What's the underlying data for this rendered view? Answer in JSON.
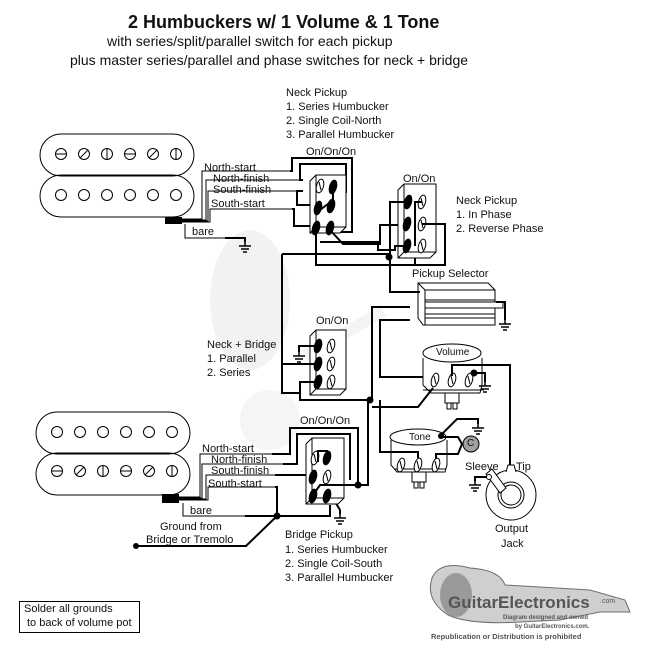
{
  "header": {
    "title": "2 Humbuckers w/ 1 Volume & 1 Tone",
    "subtitle_1": "with series/split/parallel switch for each pickup",
    "subtitle_2": "plus master series/parallel and phase switches for neck + bridge"
  },
  "neck_pickup": {
    "wires": [
      "North-start",
      "North-finish",
      "South-finish",
      "South-start"
    ],
    "bare": "bare"
  },
  "bridge_pickup": {
    "wires": [
      "North-start",
      "North-finish",
      "South-finish",
      "South-start"
    ],
    "bare": "bare"
  },
  "neck_switch": {
    "type": "On/On/On",
    "title": "Neck Pickup",
    "options": [
      "1. Series Humbucker",
      "2. Single Coil-North",
      "3. Parallel Humbucker"
    ]
  },
  "phase_switch": {
    "type": "On/On",
    "title": "Neck Pickup",
    "options": [
      "1. In Phase",
      "2. Reverse Phase"
    ]
  },
  "series_parallel_switch": {
    "type": "On/On",
    "title": "Neck + Bridge",
    "options": [
      "1. Parallel",
      "2. Series"
    ]
  },
  "bridge_switch": {
    "type": "On/On/On",
    "title": "Bridge Pickup",
    "options": [
      "1. Series Humbucker",
      "2. Single Coil-South",
      "3. Parallel Humbucker"
    ]
  },
  "pickup_selector": {
    "label": "Pickup Selector"
  },
  "volume_pot": {
    "label": "Volume"
  },
  "tone_pot": {
    "label": "Tone",
    "capacitor": "C"
  },
  "output_jack": {
    "label_1": "Output",
    "label_2": "Jack",
    "sleeve": "Sleeve",
    "tip": "Tip"
  },
  "ground_from": {
    "line_1": "Ground from",
    "line_2": "Bridge or Tremolo"
  },
  "note": {
    "line_1": "Solder all grounds",
    "line_2": "to back of volume pot"
  },
  "logo": {
    "brand": "GuitarElectronics",
    "suffix": ".com",
    "line_1": "Diagram designed and owned",
    "line_2": "by GuitarElectronics.com.",
    "line_3": "Republication or Distribution is prohibited"
  },
  "colors": {
    "line": "#000000",
    "capacitor": "#a0a0a0",
    "watermark": "#e6e6e6",
    "logo": "#6e6e6e"
  }
}
